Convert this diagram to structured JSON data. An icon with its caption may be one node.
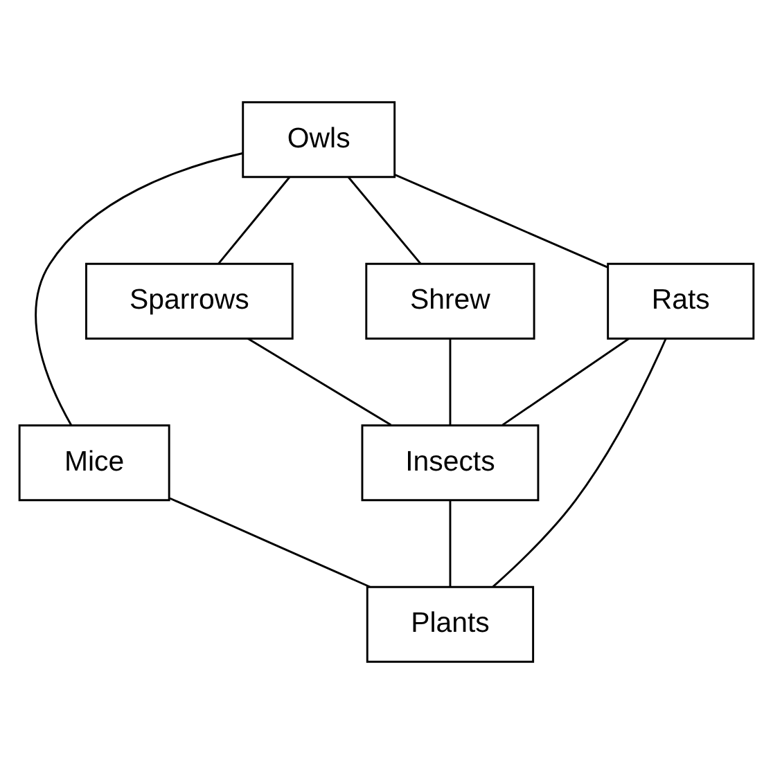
{
  "diagram": {
    "nodes": [
      {
        "text": [
          "Owls"
        ]
      },
      {
        "text": [
          "Mice"
        ]
      },
      {
        "text": [
          "Rats"
        ]
      },
      {
        "text": [
          "Sparrows"
        ]
      },
      {
        "text": [
          "Shrew"
        ]
      },
      {
        "text": [
          "Insects"
        ]
      },
      {
        "text": [
          "Plants"
        ]
      }
    ],
    "edges": [
      {
        "from": 0,
        "to": 1,
        "arrow": "none"
      },
      {
        "from": 0,
        "to": 4,
        "arrow": "none"
      },
      {
        "from": 0,
        "to": 2,
        "arrow": "none"
      },
      {
        "from": 0,
        "to": 3,
        "arrow": "none"
      },
      {
        "from": 1,
        "to": 6,
        "arrow": "none"
      },
      {
        "from": 2,
        "to": 6,
        "arrow": "none"
      },
      {
        "from": 2,
        "to": 5,
        "arrow": "none"
      },
      {
        "from": 3,
        "to": 5,
        "arrow": "none"
      },
      {
        "from": 4,
        "to": 5,
        "arrow": "none"
      },
      {
        "from": 5,
        "to": 6,
        "arrow": "none"
      }
    ]
  }
}
